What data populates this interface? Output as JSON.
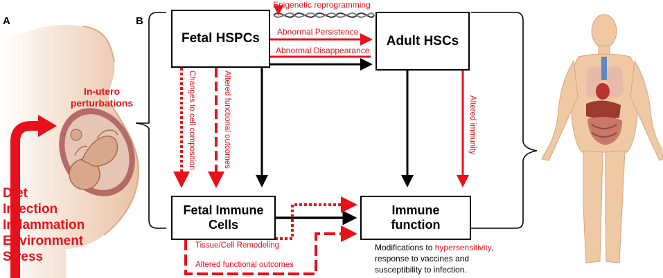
{
  "panel_a": {
    "letter": "A",
    "perturbation_label": "In-utero perturbations",
    "factors": [
      "Diet",
      "Infection",
      "Inflammation",
      "Environment",
      "Stress"
    ]
  },
  "panel_b": {
    "letter": "B",
    "nodes": {
      "fetal_hspcs": "Fetal HSPCs",
      "adult_hscs": "Adult HSCs",
      "fetal_immune_cells": "Fetal Immune Cells",
      "immune_function": "Immune function"
    },
    "edge_labels": {
      "epigenetic": "Epigenetic reprogramming",
      "persistence": "Abnormal Persistence",
      "disappearance": "Abnormal Disappearance",
      "cell_composition": "Changes to cell composition",
      "altered_functional_vertical": "Altered functional outcomes",
      "altered_immunity": "Altered immunity",
      "tissue_remodeling": "Tissue/Cell Remodeling",
      "altered_functional_bottom": "Altered functional outcomes"
    },
    "modifications": {
      "prefix": "Modifications to",
      "highlight_1": "hypersensitivity,",
      "highlight_2": "response to vaccines and",
      "highlight_3": "susceptibility to infection."
    }
  },
  "colors": {
    "accent_red": "#e8101a",
    "line_black": "#000000",
    "skin": "#efc9a4"
  }
}
